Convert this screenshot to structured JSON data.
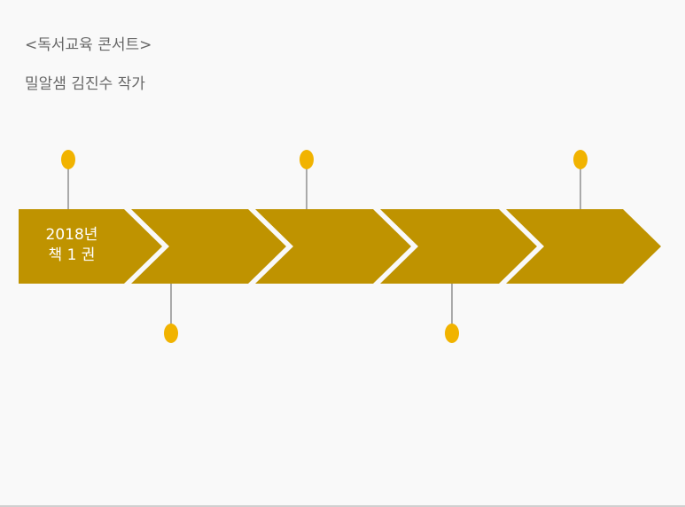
{
  "title": "<독서교육 콘서트>",
  "subtitle": "밀알샘 김진수 작가",
  "timeline": {
    "first_label_line1": "2018년",
    "first_label_line2": "책 1 권",
    "segment_count": 5,
    "colors": {
      "segment": "#bf9300",
      "pin": "#f1b300",
      "stem": "#808080"
    }
  }
}
